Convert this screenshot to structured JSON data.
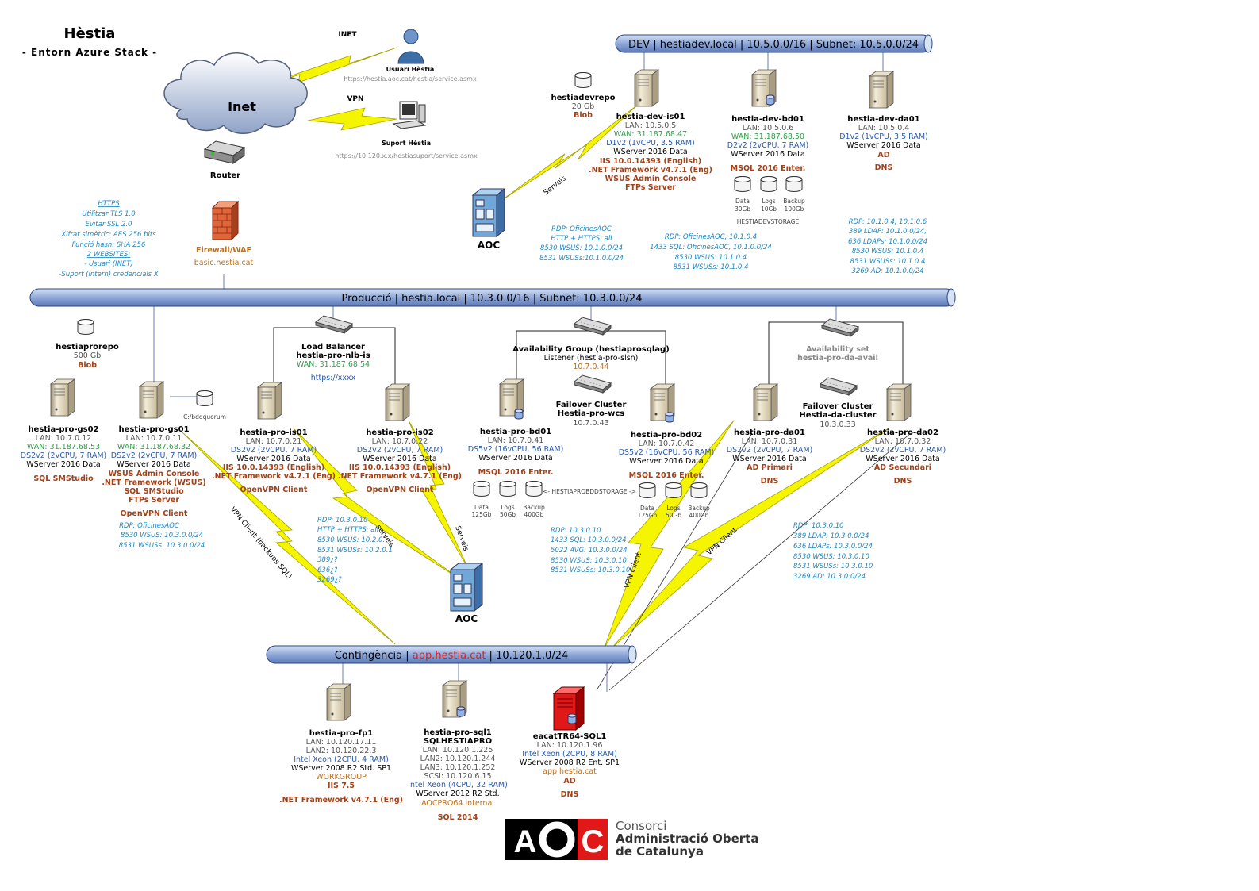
{
  "header": {
    "title": "Hèstia",
    "subtitle": "- Entorn Azure Stack -"
  },
  "internet": {
    "cloud_label": "Inet",
    "router_label": "Router",
    "inet_link": "INET",
    "vpn_link": "VPN",
    "user_label": "Usuari Hèstia",
    "user_url": "https://hestia.aoc.cat/hestia/service.asmx",
    "support_label": "Suport Hèstia",
    "support_url": "https://10.120.x.x/hestiasuport/service.asmx",
    "firewall_label": "Firewall/WAF",
    "firewall_host": "basic.hestia.cat"
  },
  "https_notes": {
    "heading": "HTTPS",
    "lines": [
      "Utilitzar TLS 1.0",
      "Evitar SSL 2.0",
      "Xifrat simètric: AES 256 bits",
      "Funció hash: SHA 256",
      "2 WEBSITES:",
      "- Usuari (INET)",
      "-Suport (intern) credencials X"
    ]
  },
  "buses": {
    "dev": "DEV | hestiadev.local | 10.5.0.0/16 | Subnet: 10.5.0.0/24",
    "prod": "Producció | hestia.local | 10.3.0.0/16 | Subnet: 10.3.0.0/24",
    "cont_prefix": "Contingència | ",
    "cont_host": "app.hestia.cat",
    "cont_suffix": " | 10.120.1.0/24"
  },
  "dev": {
    "repo": {
      "name": "hestiadevrepo",
      "size": "20 Gb",
      "type": "Blob"
    },
    "is01": {
      "name": "hestia-dev-is01",
      "lan": "LAN: 10.5.0.5",
      "wan": "WAN: 31.187.68.47",
      "spec": "D1v2 (1vCPU, 3.5 RAM)",
      "os": "WServer 2016 Data",
      "roles": [
        "IIS 10.0.14393 (English)",
        ".NET Framework v4.7.1 (Eng)",
        "WSUS Admin Console",
        "FTPs Server"
      ]
    },
    "bd01": {
      "name": "hestia-dev-bd01",
      "lan": "LAN: 10.5.0.6",
      "wan": "WAN: 31.187.68.50",
      "spec": "D2v2 (2vCPU, 7 RAM)",
      "os": "WServer 2016 Data",
      "roles": [
        "MSQL 2016 Enter."
      ],
      "disks": [
        {
          "label": "Data",
          "size": "30Gb"
        },
        {
          "label": "Logs",
          "size": "10Gb"
        },
        {
          "label": "Backup",
          "size": "100Gb"
        }
      ],
      "storage": "HESTIADEVSTORAGE"
    },
    "da01": {
      "name": "hestia-dev-da01",
      "lan": "LAN: 10.5.0.4",
      "spec": "D1v2 (1vCPU, 3.5 RAM)",
      "os": "WServer 2016 Data",
      "roles": [
        "AD",
        "DNS"
      ]
    },
    "aoc_label": "AOC",
    "serveis": "Serveis",
    "notes1": [
      "RDP: OficinesAOC",
      "HTTP + HTTPS: all",
      "8530 WSUS: 10.1.0.0/24",
      "8531 WSUSs:10.1.0.0/24"
    ],
    "notes2": [
      "RDP: OficinesAOC, 10.1.0.4",
      "1433 SQL: OficinesAOC, 10.1.0.0/24",
      "8530 WSUS: 10.1.0.4",
      "8531 WSUSs: 10.1.0.4"
    ],
    "notes3": [
      "RDP: 10.1.0.4, 10.1.0.6",
      "389 LDAP: 10.1.0.0/24,",
      "636 LDAPs: 10.1.0.0/24",
      "8530 WSUS: 10.1.0.4",
      "8531 WSUSs: 10.1.0.4",
      "3269 AD: 10.1.0.0/24"
    ]
  },
  "prod": {
    "repo": {
      "name": "hestiaprorepo",
      "size": "500 Gb",
      "type": "Blob"
    },
    "gs02": {
      "name": "hestia-pro-gs02",
      "lan": "LAN: 10.7.0.12",
      "wan": "WAN: 31.187.68.53",
      "spec": "DS2v2 (2vCPU, 7 RAM)",
      "os": "WServer 2016 Data",
      "roles": [
        "SQL SMStudio"
      ]
    },
    "gs01": {
      "name": "hestia-pro-gs01",
      "lan": "LAN: 10.7.0.11",
      "wan": "WAN: 31.187.68.32",
      "spec": "DS2v2 (2vCPU, 7 RAM)",
      "os": "WServer 2016 Data",
      "roles": [
        "WSUS Admin Console",
        ".NET Framework (WSUS)",
        "SQL SMStudio",
        "FTPs Server"
      ],
      "extra": "OpenVPN Client",
      "quorum": "C:/bddquorum",
      "notes": [
        "RDP: OficinesAOC",
        "8530 WSUS: 10.3.0.0/24",
        "8531 WSUSs: 10.3.0.0/24"
      ]
    },
    "lb": {
      "title": "Load Balancer",
      "name": "hestia-pro-nlb-is",
      "wan": "WAN: 31.187.68.54",
      "url": "https://xxxx"
    },
    "is01": {
      "name": "hestia-pro-is01",
      "lan": "LAN: 10.7.0.21",
      "spec": "DS2v2 (2vCPU, 7 RAM)",
      "os": "WServer 2016 Data",
      "roles": [
        "IIS 10.0.14393 (English)",
        ".NET Framework v4.7.1 (Eng)",
        "OpenVPN Client"
      ]
    },
    "is02": {
      "name": "hestia-pro-is02",
      "lan": "LAN: 10.7.0.22",
      "spec": "DS2v2 (2vCPU, 7 RAM)",
      "os": "WServer 2016 Data",
      "roles": [
        "IIS 10.0.14393 (English)",
        ".NET Framework v4.7.1 (Eng)",
        "OpenVPN Client"
      ]
    },
    "is_notes": [
      "RDP: 10.3.0.10",
      "HTTP + HTTPS: all",
      "8530 WSUS: 10.2.0.",
      "8531 WSUSs: 10.2.0.1",
      "389¿?",
      "636¿?",
      "3269¿?"
    ],
    "ag": {
      "title": "Availability Group (hestiaprosqlag)",
      "listener": "Listener (hestia-pro-slsn)",
      "ip": "10.7.0.44",
      "fc_title": "Failover Cluster",
      "fc_name": "Hestia-pro-wcs",
      "fc_ip": "10.7.0.43"
    },
    "bd01": {
      "name": "hestia-pro-bd01",
      "lan": "LAN: 10.7.0.41",
      "spec": "DS5v2 (16vCPU, 56 RAM)",
      "os": "WServer 2016 Data",
      "roles": [
        "MSQL 2016 Enter."
      ],
      "disks": [
        {
          "label": "Data",
          "size": "125Gb"
        },
        {
          "label": "Logs",
          "size": "50Gb"
        },
        {
          "label": "Backup",
          "size": "400Gb"
        }
      ]
    },
    "bd02": {
      "name": "hestia-pro-bd02",
      "lan": "LAN: 10.7.0.42",
      "spec": "DS5v2 (16vCPU, 56 RAM)",
      "os": "WServer 2016 Data",
      "roles": [
        "MSQL 2016 Enter."
      ],
      "disks": [
        {
          "label": "Data",
          "size": "125Gb"
        },
        {
          "label": "Logs",
          "size": "50Gb"
        },
        {
          "label": "Backup",
          "size": "400Gb"
        }
      ]
    },
    "storage": "<- HESTIAPROBDDSTORAGE ->",
    "bd_notes": [
      "RDP: 10.3.0.10",
      "1433 SQL: 10.3.0.0/24",
      "5022 AVG: 10.3.0.0/24",
      "8530 WSUS: 10.3.0.10",
      "8531 WSUSs: 10.3.0.10"
    ],
    "as": {
      "title": "Availability set",
      "name": "hestia-pro-da-avail",
      "fc_title": "Failover Cluster",
      "fc_name": "Hestia-da-cluster",
      "fc_ip": "10.3.0.33"
    },
    "da01": {
      "name": "hestia-pro-da01",
      "lan": "LAN: 10.7.0.31",
      "spec": "DS2v2 (2vCPU, 7 RAM)",
      "os": "WServer 2016 Data",
      "roles": [
        "AD Primari",
        "DNS"
      ]
    },
    "da02": {
      "name": "hestia-pro-da02",
      "lan": "LAN: 10.7.0.32",
      "spec": "DS2v2 (2vCPU, 7 RAM)",
      "os": "WServer 2016 Data",
      "roles": [
        "AD Secundari",
        "DNS"
      ]
    },
    "da_notes": [
      "RDP: 10.3.0.10",
      "389 LDAP: 10.3.0.0/24",
      "636 LDAPs: 10.3.0.0/24",
      "8530 WSUS: 10.3.0.10",
      "8531 WSUSs: 10.3.0.10",
      "3269 AD: 10.3.0.0/24"
    ],
    "aoc_label": "AOC",
    "links": {
      "vpn_backups": "VPN Client (backups SQL)",
      "serveis1": "serveis",
      "serveis2": "Serveis",
      "vpn1": "VPN Client",
      "vpn2": "VPN Client"
    }
  },
  "cont": {
    "fp1": {
      "name": "hestia-pro-fp1",
      "lan": "LAN: 10.120.17.11",
      "lan2": "LAN2: 10.120.22.3",
      "spec": "Intel Xeon (2CPU, 4 RAM)",
      "os": "WServer 2008 R2 Std. SP1",
      "group": "WORKGROUP",
      "roles": [
        "IIS 7.5",
        ".NET Framework v4.7.1 (Eng)"
      ]
    },
    "sql1": {
      "name": "hestia-pro-sql1",
      "name2": "SQLHESTIAPRO",
      "lan": "LAN: 10.120.1.225",
      "lan2": "LAN2: 10.120.1.244",
      "lan3": "LAN3: 10.120.1.252",
      "scsi": "SCSI: 10.120.6.15",
      "spec": "Intel Xeon (4CPU, 32 RAM)",
      "os": "WServer 2012 R2 Std.",
      "domain": "AOCPRO64.internal",
      "roles": [
        "SQL 2014"
      ]
    },
    "eacat": {
      "name": "eacatTR64-SQL1",
      "lan": "LAN: 10.120.1.96",
      "spec": "Intel Xeon (2CPU, 8 RAM)",
      "os": "WServer 2008 R2 Ent. SP1",
      "host": "app.hestia.cat",
      "roles": [
        "AD",
        "DNS"
      ]
    }
  },
  "footer": {
    "logo": "AOC",
    "org1": "Consorci",
    "org2": "Administració Oberta",
    "org3": "de Catalunya"
  },
  "colors": {
    "bus": "#8fa8d8",
    "bolt": "#f5f500",
    "brown": "#a0421a",
    "blue": "#2a5aa8",
    "green": "#2ea047",
    "note": "#1f87c0",
    "red": "#e02020"
  }
}
